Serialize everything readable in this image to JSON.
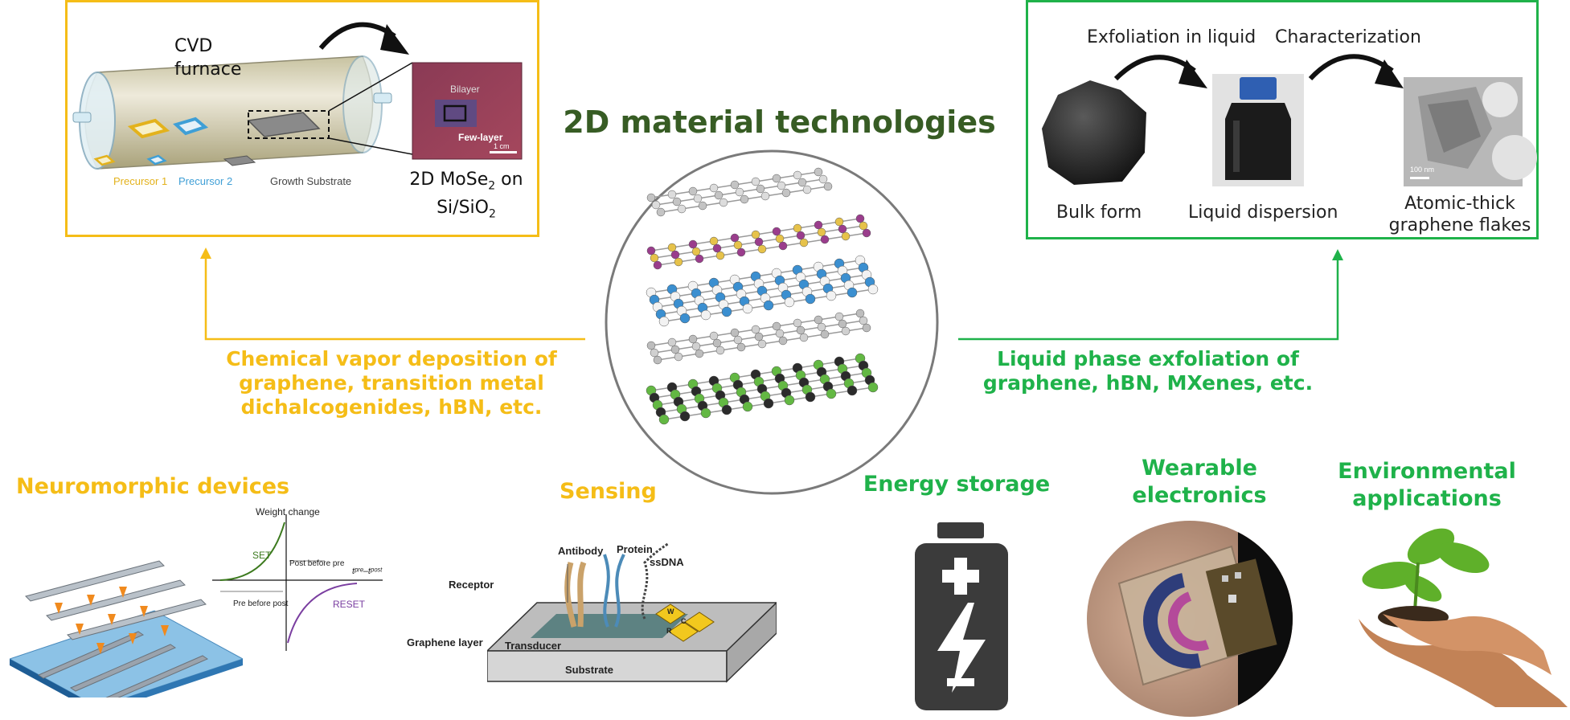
{
  "title": "2D material technologies",
  "colors": {
    "title": "#375c24",
    "cvd": "#f5bd17",
    "lpe": "#1fb24a"
  },
  "cvd_panel": {
    "furnace_label_line1": "CVD",
    "furnace_label_line2": "furnace",
    "precursor1": "Precursor 1",
    "precursor2": "Precursor 2",
    "growth_substrate": "Growth Substrate",
    "result_line1_prefix": "2D MoSe",
    "result_line1_sub": "2",
    "result_line1_suffix": " on",
    "result_line2_prefix": "Si/SiO",
    "result_line2_sub": "2",
    "sample_bilayer": "Bilayer",
    "sample_fewlayer": "Few-layer",
    "sample_scale": "1 cm"
  },
  "lpe_panel": {
    "step1": "Exfoliation in liquid",
    "step2": "Characterization",
    "bulk": "Bulk form",
    "dispersion": "Liquid dispersion",
    "flakes_line1": "Atomic-thick",
    "flakes_line2": "graphene flakes",
    "tem_scale": "100 nm"
  },
  "cvd_caption": {
    "line1": "Chemical vapor deposition of",
    "line2": "graphene, transition metal",
    "line3": "dichalcogenides, hBN, etc."
  },
  "lpe_caption": {
    "line1": "Liquid phase exfoliation of",
    "line2": "graphene, hBN, MXenes, etc."
  },
  "applications": {
    "neuromorphic": {
      "title": "Neuromorphic devices",
      "weight_change": "Weight change",
      "set": "SET",
      "reset": "RESET",
      "post_before_pre": "Post before pre",
      "pre_before_post": "Pre before post",
      "axis": "tᵖʳᵉ–tᵖᵒˢᵗ"
    },
    "sensing": {
      "title": "Sensing",
      "antibody": "Antibody",
      "protein": "Protein",
      "ssdna": "ssDNA",
      "receptor": "Receptor",
      "graphene_layer": "Graphene layer",
      "transducer": "Transducer",
      "substrate": "Substrate",
      "chip_w": "W",
      "chip_c": "C",
      "chip_r": "R"
    },
    "energy": {
      "title": "Energy storage"
    },
    "wearable": {
      "title_line1": "Wearable",
      "title_line2": "electronics"
    },
    "environmental": {
      "title_line1": "Environmental",
      "title_line2": "applications"
    }
  }
}
